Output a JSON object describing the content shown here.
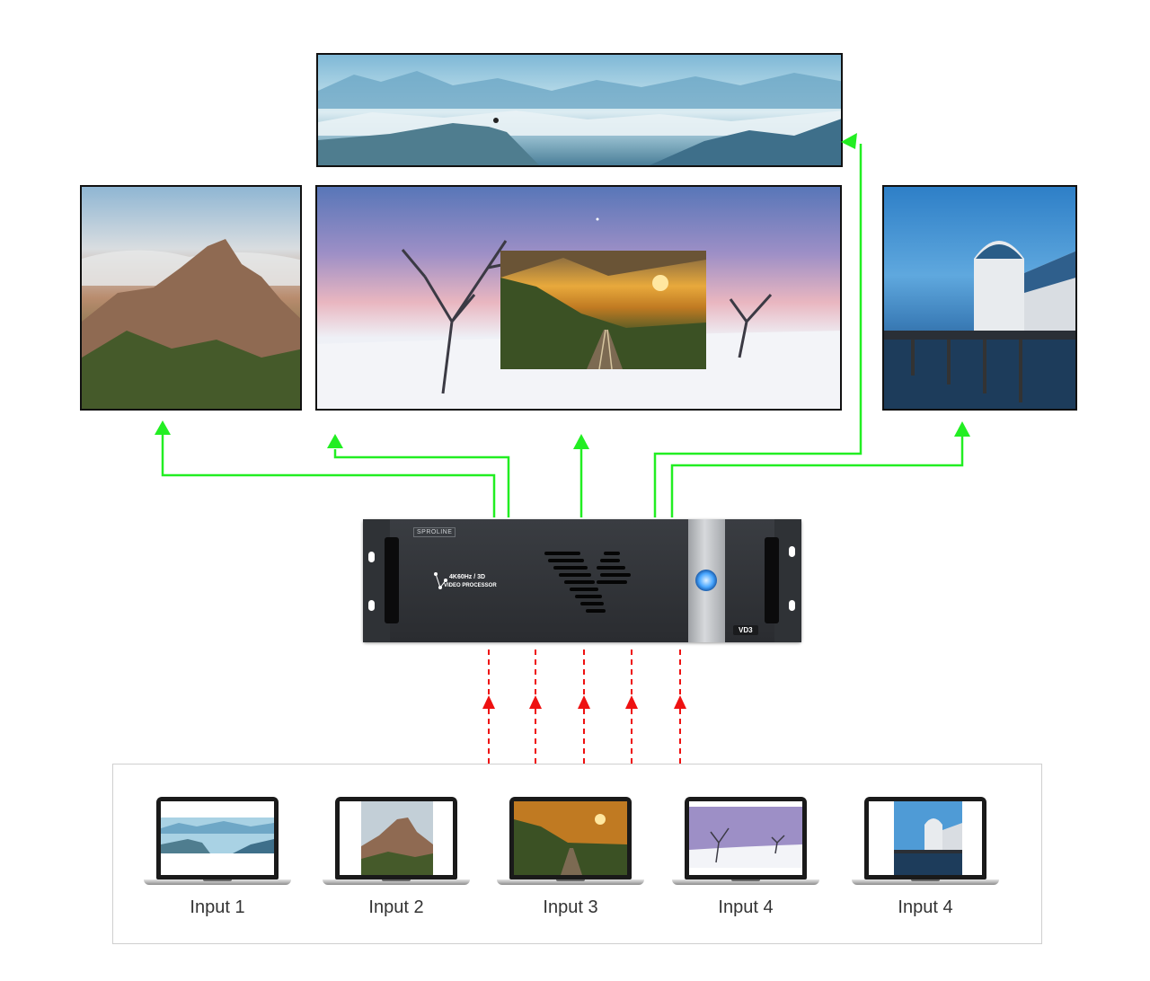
{
  "device": {
    "brand": "SPROLINE",
    "feature_line1": "4K60Hz / 3D",
    "feature_line2": "VIDEO PROCESSOR",
    "model": "VD3"
  },
  "inputs": [
    {
      "label": "Input 1"
    },
    {
      "label": "Input 2"
    },
    {
      "label": "Input 3"
    },
    {
      "label": "Input 4"
    },
    {
      "label": "Input 4"
    }
  ],
  "colors": {
    "output_arrow": "#22ee22",
    "input_arrow": "#ee1111",
    "device_body": "#2f3236",
    "power_light": "#49a7ff"
  }
}
